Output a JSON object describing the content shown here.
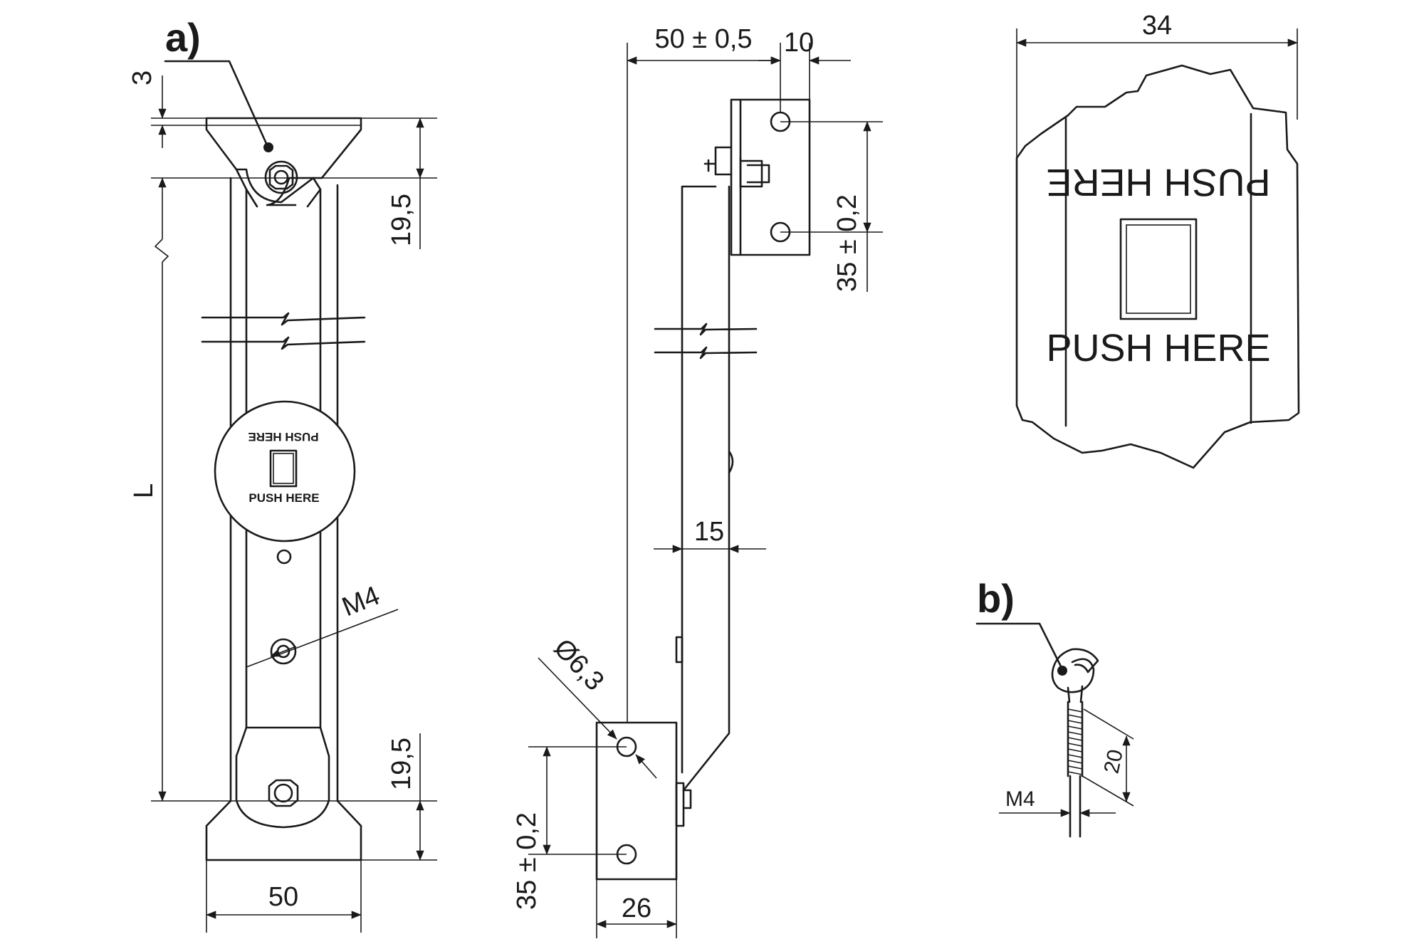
{
  "view_a": {
    "label": "a)",
    "dim_top": "3",
    "dim_upper": "19,5",
    "dim_length": "L",
    "dim_lower": "19,5",
    "dim_width": "50",
    "thread": "M4",
    "push_upside_down": "PUSH HERE",
    "push_upright": "PUSH HERE"
  },
  "side_view": {
    "dim_offset": "50 ± 0,5",
    "dim_flange": "10",
    "dim_hole_top": "35 ± 0,2",
    "dim_bar": "15",
    "dim_hole_dia": "Ø6,3",
    "dim_hole_bottom": "35 ± 0,2",
    "dim_block": "26"
  },
  "detail": {
    "dim_width": "34",
    "push_upside_down": "PUSH HERE",
    "push_upright": "PUSH HERE"
  },
  "view_b": {
    "label": "b)",
    "dim_length": "20",
    "thread": "M4"
  },
  "colors": {
    "line": "#1a1a1a",
    "background": "#ffffff"
  }
}
